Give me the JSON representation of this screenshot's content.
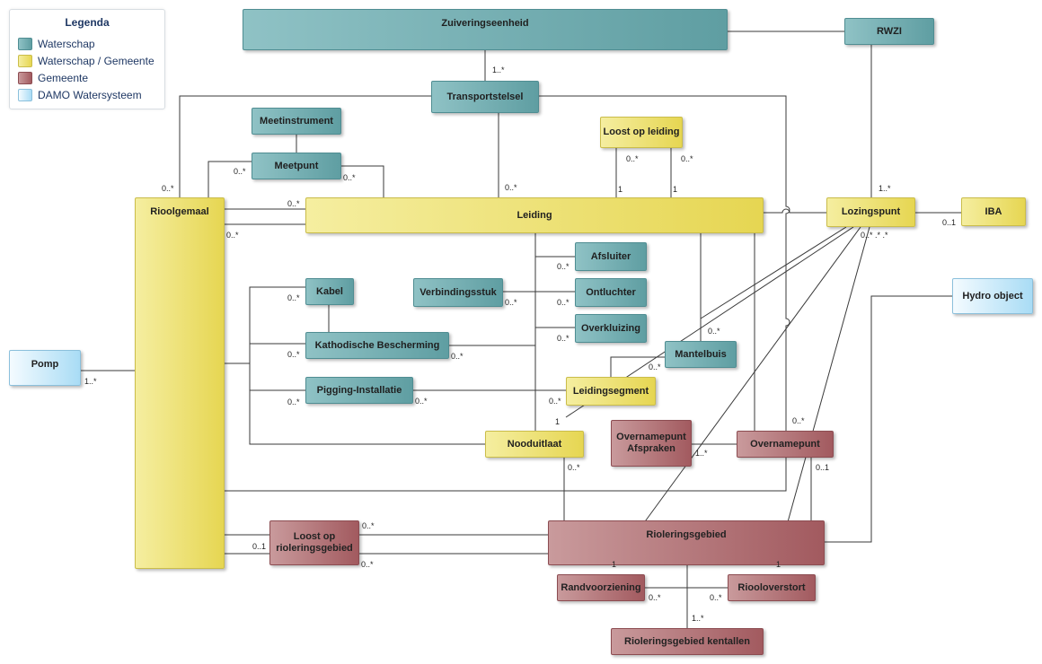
{
  "legend": {
    "title": "Legenda",
    "items": [
      {
        "label": "Waterschap",
        "color": "#7bb3b7"
      },
      {
        "label": "Waterschap / Gemeente",
        "color": "#efe37a"
      },
      {
        "label": "Gemeente",
        "color": "#b57a7d"
      },
      {
        "label": "DAMO Watersysteem",
        "color": "#dff2fc"
      }
    ]
  },
  "nodes": {
    "zuiveringseenheid": "Zuiveringseenheid",
    "rwzi": "RWZI",
    "transportstelsel": "Transportstelsel",
    "meetinstrument": "Meetinstrument",
    "meetpunt": "Meetpunt",
    "loost_op_leiding": "Loost op leiding",
    "rioolgemaal": "Rioolgemaal",
    "leiding": "Leiding",
    "lozingspunt": "Lozingspunt",
    "iba": "IBA",
    "afsluiter": "Afsluiter",
    "kabel": "Kabel",
    "verbindingsstuk": "Verbindingsstuk",
    "ontluchter": "Ontluchter",
    "hydro_object": "Hydro object",
    "overkluizing": "Overkluizing",
    "kathodische_bescherming": "Kathodische Bescherming",
    "mantelbuis": "Mantelbuis",
    "pomp": "Pomp",
    "pigging_installatie": "Pigging-Installatie",
    "leidingsegment": "Leidingsegment",
    "overnamepunt_afspraken": "Overnamepunt\nAfspraken",
    "overnamepunt": "Overnamepunt",
    "nooduitlaat": "Nooduitlaat",
    "loost_op_rioleringsgebied": "Loost op\nrioleringsgebied",
    "rioleringsgebied": "Rioleringsgebied",
    "randvoorziening": "Randvoorziening",
    "riooloverstort": "Riooloverstort",
    "rioleringsgebied_kentallen": "Rioleringsgebied kentallen"
  },
  "multiplicities": {
    "m_1_star_transport": "1..*",
    "m_rioolgemaal_trans": "0..*",
    "m_meetpunt_left": "0..*",
    "m_meetpunt_right": "0..*",
    "m_transport_leiding": "0..*",
    "m_loost_a": "0..*",
    "m_loost_b": "0..*",
    "m_one_a": "1",
    "m_one_b": "1",
    "m_rwzi_lozing": "1..*",
    "m_leiding_left_a": "0..*",
    "m_leiding_left_b": "0..*",
    "m_iba": "0..1",
    "m_lozing_bottom": "0..* .* .*",
    "m_afsluiter": "0..*",
    "m_kabel": "0..*",
    "m_verbindingsstuk": "0..*",
    "m_ontluchter": "0..*",
    "m_overkluizing": "0..*",
    "m_kathodisch_left": "0..*",
    "m_kathodisch_right": "0..*",
    "m_mantelbuis_top": "0..*",
    "m_mantelbuis_left": "0..*",
    "m_pomp": "1..*",
    "m_pigging_left": "0..*",
    "m_pigging_right": "0..*",
    "m_leidingsegment": "0..*",
    "m_nooduitlaat_one": "1",
    "m_overnamepunt_top": "0..*",
    "m_overnamepunt_afspr": "1..*",
    "m_overnamepunt_bottom": "0..1",
    "m_nooduitlaat_bottom": "0..*",
    "m_loost_rio_a": "0..*",
    "m_loost_rio_b": "0..1",
    "m_loost_rio_c": "0..*",
    "m_rand_one": "1",
    "m_rioolov_one": "1",
    "m_rand_bottom": "0..*",
    "m_rioolov_bottom": "0..*",
    "m_kentallen": "1..*"
  }
}
